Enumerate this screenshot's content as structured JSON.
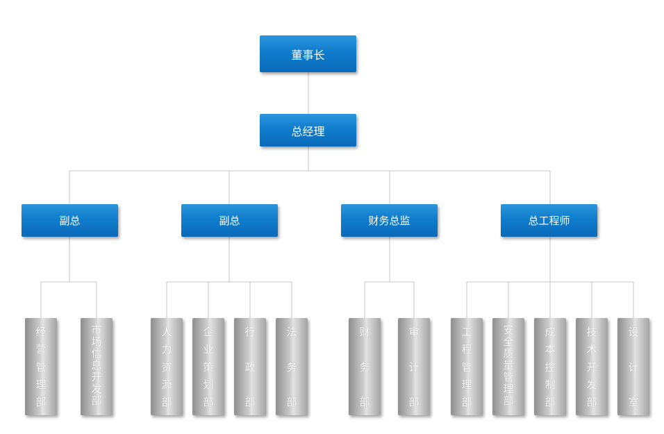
{
  "org": {
    "chairman": "董事长",
    "gm": "总经理",
    "level2": [
      {
        "label": "副总",
        "departments": [
          "经营管理部",
          "市场信息开发部"
        ]
      },
      {
        "label": "副总",
        "departments": [
          "人力资源部",
          "企业策划部",
          "行政部",
          "法务部"
        ]
      },
      {
        "label": "财务总监",
        "departments": [
          "财务部",
          "审计部"
        ]
      },
      {
        "label": "总工程师",
        "departments": [
          "工程管理部",
          "安全质量管理部",
          "成本控制部",
          "技术开发部",
          "设计室"
        ]
      }
    ]
  }
}
